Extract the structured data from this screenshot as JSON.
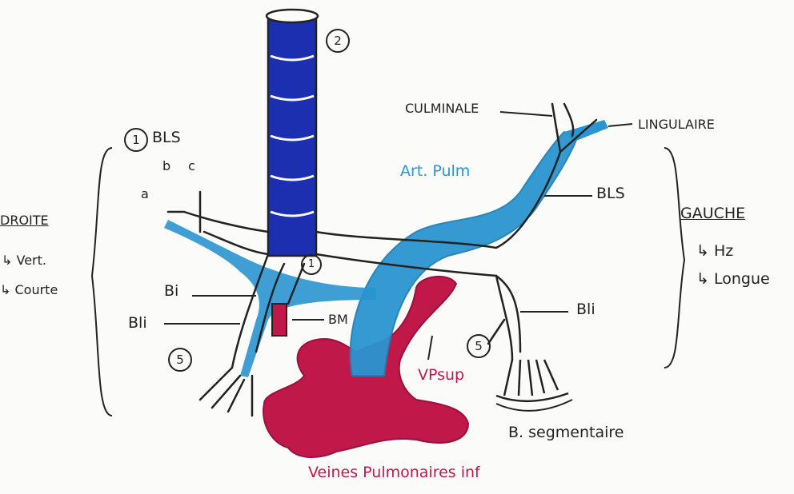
{
  "labels": {
    "culminale": "CULMINALE",
    "lingulaire": "LINGULAIRE",
    "art_pulm": "Art. Pulm",
    "bls_right_title": "BLS",
    "abc_a": "a",
    "abc_b": "b",
    "abc_c": "c",
    "bls_left": "BLS",
    "droite": "DROITE",
    "droite_vert": "↳ Vert.",
    "droite_courte": "↳ Courte",
    "gauche": "GAUCHE",
    "gauche_hz": "↳ Hz",
    "gauche_longue": "↳ Longue",
    "bi": "Bi",
    "bli_right": "Bli",
    "bm": "BM",
    "bli_left": "Bli",
    "vp_sup": "VPsup",
    "b_segmentaire": "B. segmentaire",
    "veines_pulm_inf": "Veines Pulmonaires inf"
  },
  "numbers": {
    "n1_bls": "1",
    "n2_trachea": "2",
    "n5_right": "5",
    "n5_left": "5",
    "n1_carina": "1"
  },
  "colors": {
    "trachea": "#1c2fb0",
    "artery": "#2a95cf",
    "vein": "#c01848",
    "ink": "#222222"
  }
}
